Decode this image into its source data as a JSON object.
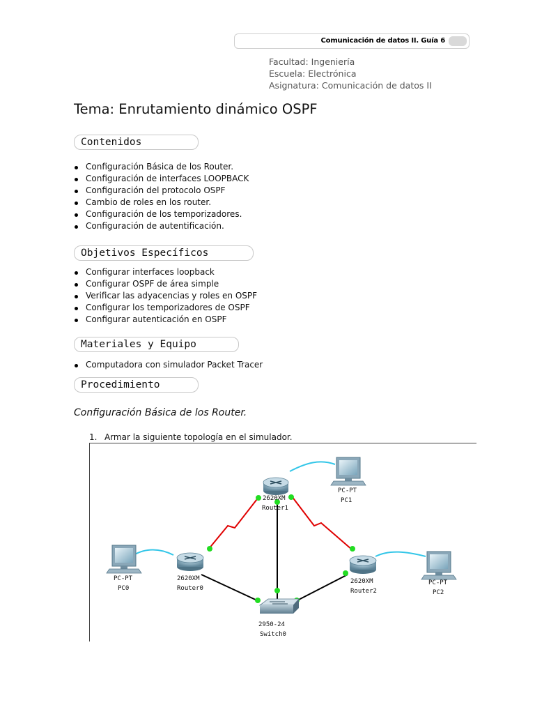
{
  "header": {
    "running_title": "Comunicación de datos II. Guía 6"
  },
  "meta": {
    "faculty": "Facultad: Ingeniería",
    "school": "Escuela: Electrónica",
    "subject": "Asignatura: Comunicación de datos II"
  },
  "title": "Tema: Enrutamiento dinámico OSPF",
  "sections": {
    "contents": {
      "heading": "Contenidos",
      "items": [
        "Configuración Básica de los Router.",
        "Configuración de interfaces LOOPBACK",
        "Configuración del protocolo OSPF",
        "Cambio de roles en los router.",
        "Configuración de los temporizadores.",
        "Configuración de autentificación."
      ]
    },
    "objectives": {
      "heading": "Objetivos Específicos",
      "items": [
        "Configurar interfaces loopback",
        "Configurar OSPF de área simple",
        "Verificar las adyacencias y roles en OSPF",
        "Configurar los temporizadores de OSPF",
        "Configurar autenticación en OSPF"
      ]
    },
    "materials": {
      "heading": "Materiales y Equipo",
      "items": [
        "Computadora con simulador Packet Tracer"
      ]
    },
    "procedure": {
      "heading": "Procedimiento"
    }
  },
  "subheading": "Configuración Básica de los Router.",
  "step1": {
    "number": "1.",
    "text": "Armar la siguiente topología en el simulador."
  },
  "topology": {
    "devices": {
      "router1": {
        "model": "2620XM",
        "name": "Router1"
      },
      "router0": {
        "model": "2620XM",
        "name": "Router0"
      },
      "router2": {
        "model": "2620XM",
        "name": "Router2"
      },
      "switch0": {
        "model": "2950-24",
        "name": "Switch0"
      },
      "pc0": {
        "model": "PC-PT",
        "name": "PC0"
      },
      "pc1": {
        "model": "PC-PT",
        "name": "PC1"
      },
      "pc2": {
        "model": "PC-PT",
        "name": "PC2"
      }
    },
    "colors": {
      "serial_link": "#e00000",
      "ethernet_link": "#000000",
      "console_link": "#33c6e8",
      "link_up": "#22dd22"
    }
  }
}
